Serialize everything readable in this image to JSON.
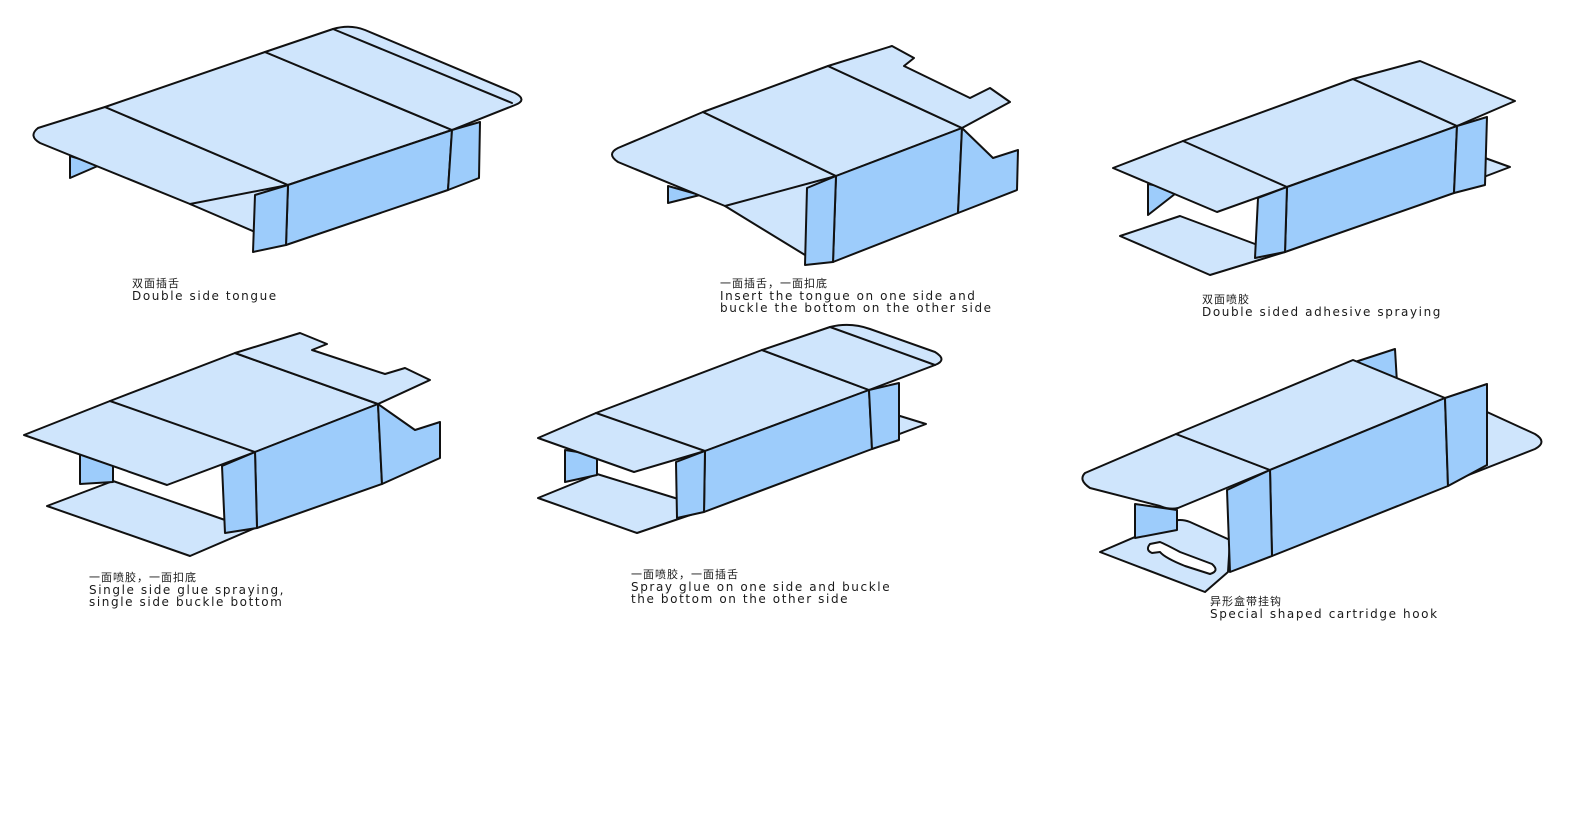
{
  "colors": {
    "top": "#cfe5fc",
    "front": "#9dccfb",
    "stroke": "#111111",
    "background": "#ffffff"
  },
  "boxes": [
    {
      "id": "double-side-tongue",
      "zh": "双面插舌",
      "en": [
        "Double side tongue"
      ]
    },
    {
      "id": "tongue-and-buckle",
      "zh": "一面插舌，一面扣底",
      "en": [
        "Insert the tongue on one side and",
        "buckle the bottom on the other side"
      ]
    },
    {
      "id": "double-adhesive",
      "zh": "双面喷胶",
      "en": [
        "Double sided adhesive spraying"
      ]
    },
    {
      "id": "glue-and-buckle",
      "zh": "一面喷胶，一面扣底",
      "en": [
        "Single side glue spraying,",
        "single side buckle bottom"
      ]
    },
    {
      "id": "glue-and-tongue",
      "zh": "一面喷胶，一面插舌",
      "en": [
        "Spray glue on one side and buckle",
        "the bottom on the other side"
      ]
    },
    {
      "id": "hook-box",
      "zh": "异形盒带挂钩",
      "en": [
        "Special shaped cartridge hook"
      ]
    }
  ]
}
